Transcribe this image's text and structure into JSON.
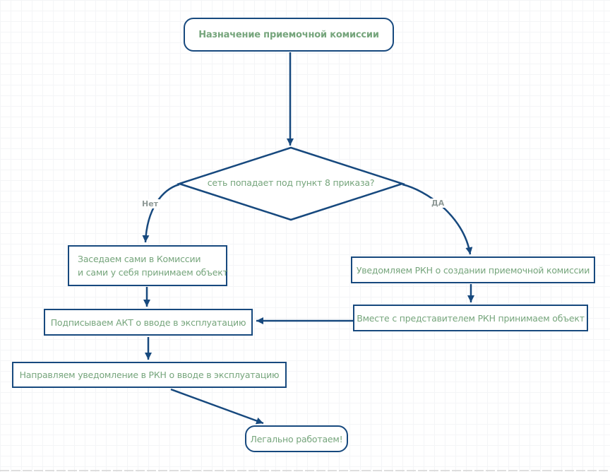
{
  "colors": {
    "line_blue": "#17497E",
    "text_green": "#76A57C",
    "branch_label_gray": "#8F9A97",
    "grid_gray": "#F4F5F7",
    "page_break_gray": "#D9D9D9"
  },
  "flow": {
    "start": {
      "label": "Назначение приемочной комиссии"
    },
    "decision": {
      "question": "сеть попадает под пункт 8 приказа?",
      "no": "Нет",
      "yes": "ДА"
    },
    "no_branch": {
      "self_commission_line1": "Заседаем сами в Комиссии",
      "self_commission_line2": "и сами у себя принимаем объект",
      "sign_act": "Подписываем АКТ о вводе в эксплуатацию",
      "send_notification": "Направляем уведомление в РКН о вводе в эксплуатацию"
    },
    "yes_branch": {
      "notify_rkn": "Уведомляем РКН о создании приемочной комиссии",
      "accept_with_rkn": "Вместе с представителем РКН принимаем объект"
    },
    "end": {
      "label": "Легально работаем!"
    }
  }
}
